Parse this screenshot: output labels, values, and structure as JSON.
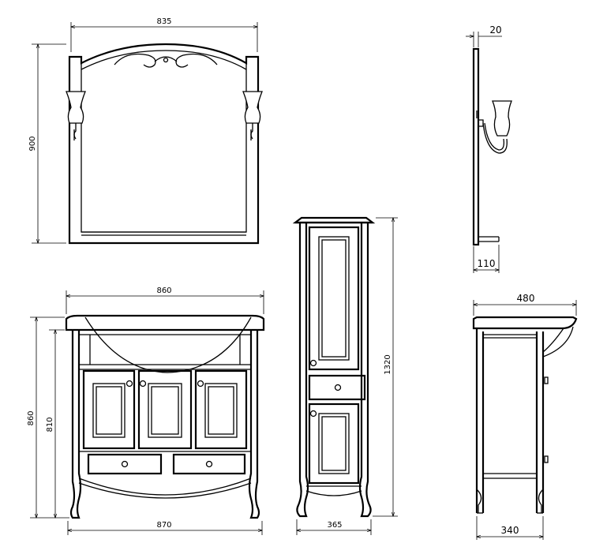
{
  "dimensions": {
    "mirror_width": "835",
    "mirror_height": "900",
    "mirror_side_depth_top": "20",
    "mirror_side_depth_bottom": "110",
    "vanity_top_width": "860",
    "vanity_base_width": "870",
    "vanity_total_height": "860",
    "vanity_body_height": "810",
    "cabinet_height": "1320",
    "cabinet_width": "365",
    "side_top_depth": "480",
    "side_base_depth": "340"
  }
}
